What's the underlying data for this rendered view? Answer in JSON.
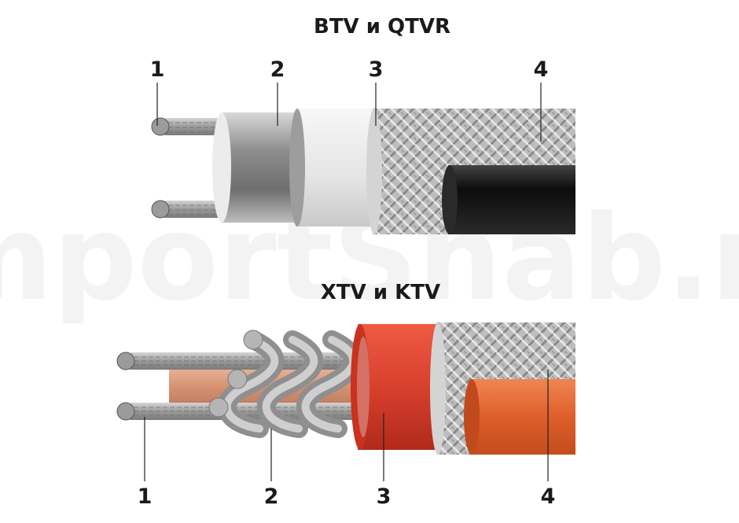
{
  "watermark": "ImportSnab.ru",
  "top_cable": {
    "title": "BTV и QTVR",
    "labels": [
      "1",
      "2",
      "3",
      "4"
    ]
  },
  "bottom_cable": {
    "title": "XTV и KTV",
    "labels": [
      "1",
      "2",
      "3",
      "4"
    ]
  },
  "colors": {
    "braid": "#b8b8b8",
    "top_jacket": "#111111",
    "bottom_jacket": "#e0642c",
    "bottom_insulation": "#d63a2a",
    "copper_core": "#d99a7a"
  }
}
